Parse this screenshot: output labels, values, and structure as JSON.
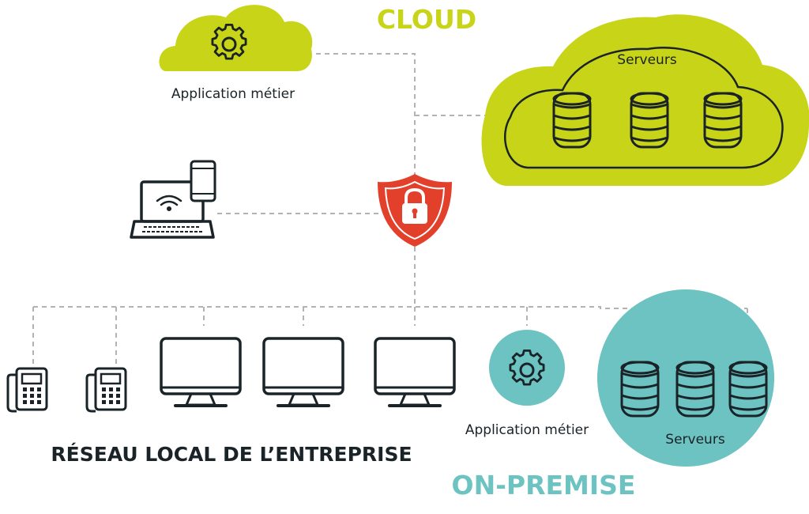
{
  "colors": {
    "cloud_green": "#c8d417",
    "onpremise_teal": "#6cc3c1",
    "shield_red": "#e3402b",
    "dark": "#1a2328",
    "line_gray": "#b3b3b3"
  },
  "cloud": {
    "title": "CLOUD",
    "app_label": "Application métier",
    "servers_label": "Serveurs"
  },
  "security": {
    "icon": "lock-shield-icon"
  },
  "mobile_devices": {
    "icon": "laptop-phone-icon"
  },
  "lan": {
    "title": "RÉSEAU LOCAL DE L’ENTREPRISE",
    "devices": [
      "phone-icon",
      "phone-icon",
      "monitor-icon",
      "monitor-icon",
      "monitor-icon"
    ]
  },
  "onpremise": {
    "title": "ON-PREMISE",
    "app_label": "Application métier",
    "servers_label": "Serveurs"
  }
}
